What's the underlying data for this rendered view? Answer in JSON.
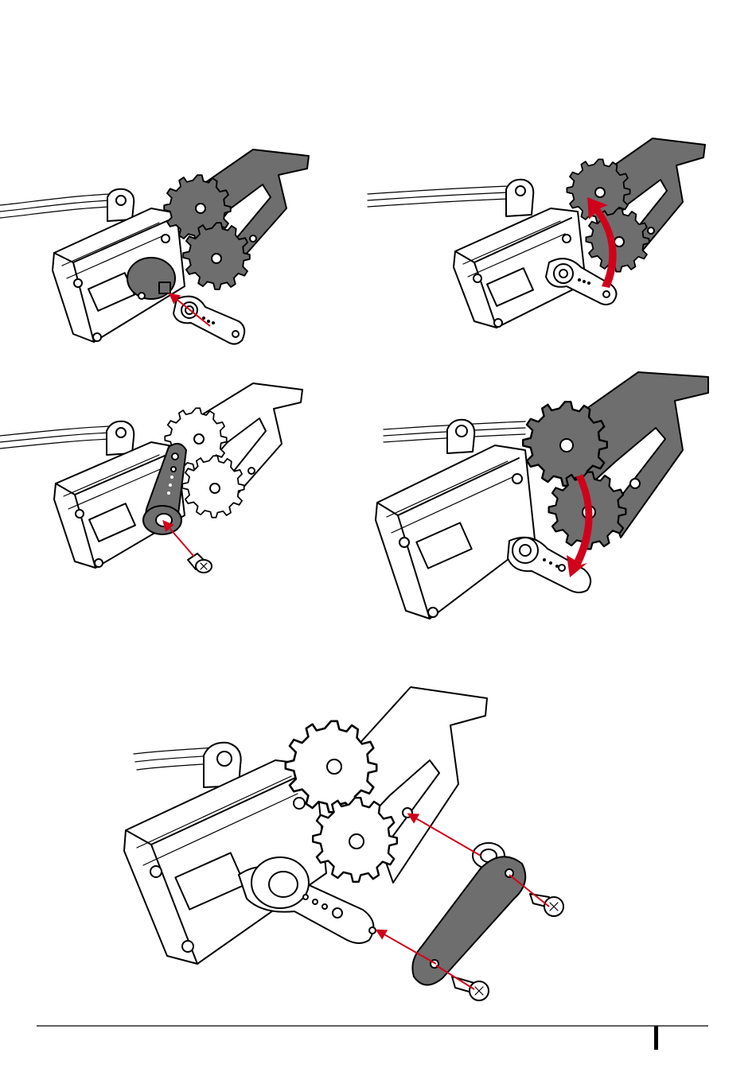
{
  "colors": {
    "accent_arrow": "#d0021b",
    "part_grey": "#6e6e6e",
    "line": "#000000",
    "background": "#ffffff"
  },
  "steps": [
    {
      "id": "step-1",
      "parts_highlighted": [
        "servo-horn-mount",
        "gripper-gears"
      ],
      "motion": "attach-horn"
    },
    {
      "id": "step-2",
      "parts_highlighted": [
        "gripper-gears"
      ],
      "motion": "rotate-open"
    },
    {
      "id": "step-3",
      "parts_highlighted": [
        "servo-horn"
      ],
      "motion": "insert-screw"
    },
    {
      "id": "step-4",
      "parts_highlighted": [
        "gripper-gears"
      ],
      "motion": "rotate-close"
    },
    {
      "id": "step-5",
      "parts_highlighted": [
        "linkage-arm"
      ],
      "motion": "attach-linkage"
    }
  ],
  "icons": [
    "screw-icon",
    "gear-icon",
    "servo-icon",
    "curved-arrow-icon"
  ]
}
